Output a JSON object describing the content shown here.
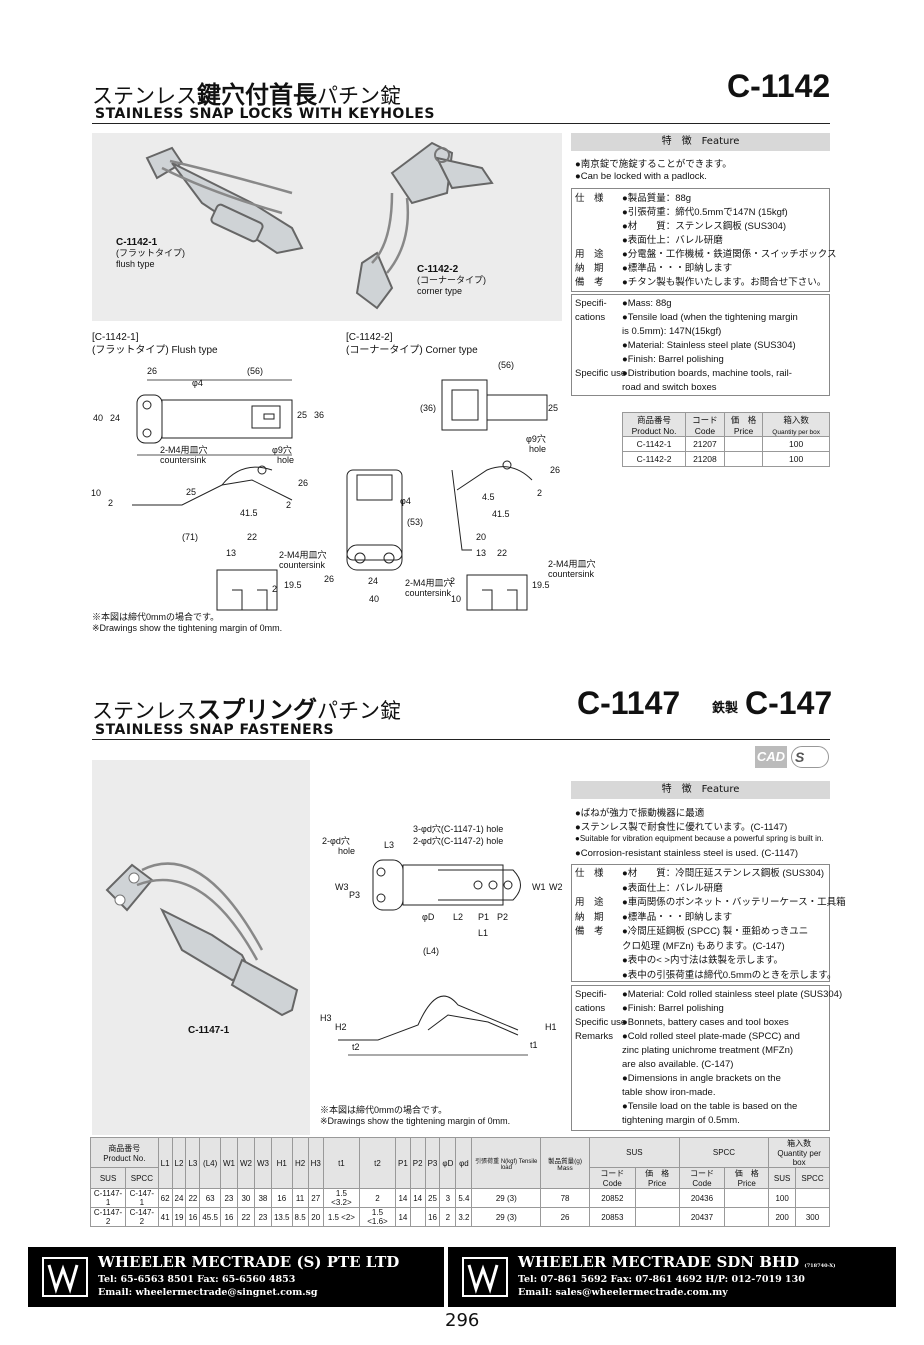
{
  "s1": {
    "title_prefix": "ステンレス",
    "title_main": "鍵穴付首長",
    "title_suffix": "パチン錠",
    "title_en": "STAINLESS  SNAP  LOCKS  WITH  KEYHOLES",
    "code": "C-1142",
    "photo_labels": {
      "a_code": "C-1142-1",
      "a_jp": "(フラットタイプ)",
      "a_en": "flush type",
      "b_code": "C-1142-2",
      "b_jp": "(コーナータイプ)",
      "b_en": "corner type"
    },
    "drawing_labels": {
      "a_head1": "[C-1142-1]",
      "a_head2": "(フラットタイプ) Flush type",
      "b_head1": "[C-1142-2]",
      "b_head2": "(コーナータイプ) Corner type"
    },
    "dims": [
      "26",
      "(56)",
      "φ4",
      "40",
      "24",
      "25",
      "36",
      "2-M4用皿穴",
      "countersink",
      "φ9穴",
      "hole",
      "10",
      "2",
      "25",
      "26",
      "2",
      "41.5",
      "(71)",
      "22",
      "13",
      "2-M4用皿穴",
      "countersink",
      "26",
      "2",
      "19.5",
      "(56)",
      "(36)",
      "25",
      "φ9穴",
      "hole",
      "26",
      "2",
      "4.5",
      "41.5",
      "φ4",
      "(53)",
      "20",
      "13",
      "22",
      "2-M4用皿穴",
      "countersink",
      "24",
      "2-M4用皿穴",
      "countersink",
      "2",
      "19.5",
      "40",
      "10"
    ],
    "note1": "※本図は締代0mmの場合です。",
    "note2": "※Drawings show the tightening margin of 0mm.",
    "feature_head": "特　徴　Feature",
    "features": [
      "●南京錠で施錠することができます。",
      "●Can be locked with a padlock."
    ],
    "spec_jp": [
      [
        "仕　様",
        "●製品質量：88g"
      ],
      [
        "",
        "●引張荷重：締代0.5mmで147N (15kgf)"
      ],
      [
        "",
        "●材　　質：ステンレス鋼板 (SUS304)"
      ],
      [
        "",
        "●表面仕上：バレル研磨"
      ],
      [
        "用　途",
        "●分電盤・工作機械・鉄道関係・スイッチボックス"
      ],
      [
        "納　期",
        "●標準品・・・即納します"
      ],
      [
        "備　考",
        "●チタン製も製作いたします。お問合せ下さい。"
      ]
    ],
    "spec_en": [
      [
        "Specifi-",
        "●Mass: 88g"
      ],
      [
        "cations",
        "●Tensile load (when the tightening margin"
      ],
      [
        "",
        "  is 0.5mm): 147N(15kgf)"
      ],
      [
        "",
        "●Material: Stainless steel plate (SUS304)"
      ],
      [
        "",
        "●Finish: Barrel polishing"
      ],
      [
        "Specific use",
        "●Distribution boards, machine tools, rail-"
      ],
      [
        "",
        "  road and switch boxes"
      ]
    ],
    "table": {
      "headers": [
        [
          "商品番号",
          "Product No."
        ],
        [
          "コード",
          "Code"
        ],
        [
          "価　格",
          "Price"
        ],
        [
          "箱入数",
          "Quantity per box"
        ]
      ],
      "rows": [
        [
          "C-1142-1",
          "21207",
          "",
          "100"
        ],
        [
          "C-1142-2",
          "21208",
          "",
          "100"
        ]
      ]
    }
  },
  "s2": {
    "title_prefix": "ステンレス",
    "title_main": "スプリング",
    "title_suffix": "パチン錠",
    "title_en": "STAINLESS  SNAP  FASTENERS",
    "code": "C-1147",
    "code2_prefix": "鉄製",
    "code2": "C-147",
    "badge_cad": "CAD",
    "badge_s": "S",
    "photo_label": "C-1147-1",
    "dims": [
      "3-φd穴(C-1147-1) hole",
      "2-φd穴(C-1147-2) hole",
      "2-φd穴",
      "hole",
      "L3",
      "W3",
      "W1",
      "P3",
      "W2",
      "φD",
      "L2",
      "P1",
      "P2",
      "L1",
      "(L4)",
      "H3",
      "H2",
      "H1",
      "t2",
      "t1"
    ],
    "note1": "※本図は締代0mmの場合です。",
    "note2": "※Drawings show the tightening margin of 0mm.",
    "feature_head": "特　徴　Feature",
    "features": [
      "●ばねが強力で振動機器に最適",
      "●ステンレス製で耐食性に優れています。(C-1147)",
      "●Suitable for vibration equipment because a powerful spring is built in.",
      "●Corrosion-resistant stainless steel is used. (C-1147)"
    ],
    "spec_jp": [
      [
        "仕　様",
        "●材　　質：冷間圧延ステンレス鋼板 (SUS304)"
      ],
      [
        "",
        "●表面仕上：バレル研磨"
      ],
      [
        "用　途",
        "●車両関係のボンネット・バッテリーケース・工具箱"
      ],
      [
        "納　期",
        "●標準品・・・即納します"
      ],
      [
        "備　考",
        "●冷間圧延鋼板 (SPCC) 製・亜鉛めっきユニ"
      ],
      [
        "",
        "  クロ処理 (MFZn) もあります。(C-147)"
      ],
      [
        "",
        "●表中の< >内寸法は鉄製を示します。"
      ],
      [
        "",
        "●表中の引張荷重は締代0.5mmのときを示します。"
      ]
    ],
    "spec_en": [
      [
        "Specifi-",
        "●Material: Cold rolled stainless steel plate (SUS304)"
      ],
      [
        "cations",
        "●Finish: Barrel polishing"
      ],
      [
        "Specific use",
        "●Bonnets, battery cases and tool boxes"
      ],
      [
        "Remarks",
        "●Cold rolled steel plate-made (SPCC) and"
      ],
      [
        "",
        "  zinc plating unichrome treatment (MFZn)"
      ],
      [
        "",
        "  are also available. (C-147)"
      ],
      [
        "",
        "●Dimensions in angle brackets on the"
      ],
      [
        "",
        "  table show iron-made."
      ],
      [
        "",
        "●Tensile load on the table is based on the"
      ],
      [
        "",
        "  tightening margin of 0.5mm."
      ]
    ],
    "table": {
      "h_product": "商品番号",
      "h_product_en": "Product No.",
      "h_sus": "SUS",
      "h_spcc": "SPCC",
      "h_dims": [
        "L1",
        "L2",
        "L3",
        "(L4)",
        "W1",
        "W2",
        "W3",
        "H1",
        "H2",
        "H3",
        "t1",
        "t2",
        "P1",
        "P2",
        "P3",
        "φD",
        "φd"
      ],
      "h_tensile": "引張荷重 N(kgf) Tensile load",
      "h_mass": "製品質量(g) Mass",
      "h_code": "コード Code",
      "h_price": "価　格 Price",
      "h_qty": "箱入数",
      "h_qty_en": "Quantity per box",
      "rows": [
        [
          "C-1147-1",
          "C-147-1",
          "62",
          "24",
          "22",
          "63",
          "23",
          "30",
          "38",
          "16",
          "11",
          "27",
          "1.5 <3.2>",
          "2",
          "14",
          "14",
          "25",
          "3",
          "5.4",
          "29 (3)",
          "78",
          "20852",
          "",
          "20436",
          "",
          "100",
          ""
        ],
        [
          "C-1147-2",
          "C-147-2",
          "41",
          "19",
          "16",
          "45.5",
          "16",
          "22",
          "23",
          "13.5",
          "8.5",
          "20",
          "1.5 <2>",
          "1.5 <1.6>",
          "14",
          "",
          "16",
          "2",
          "3.2",
          "29 (3)",
          "26",
          "20853",
          "",
          "20437",
          "",
          "200",
          "300"
        ]
      ]
    }
  },
  "footer": {
    "left_name": "WHEELER MECTRADE (S) PTE LTD",
    "left_tel": "Tel: 65-6563 8501   Fax: 65-6560 4853",
    "left_mail": "Email:  wheelermectrade@singnet.com.sg",
    "right_name": "WHEELER MECTRADE SDN BHD",
    "right_reg": "(718740-X)",
    "right_tel": "Tel: 07-861 5692  Fax: 07-861 4692  H/P: 012-7019 130",
    "right_mail": "Email:  sales@wheelermectrade.com.my"
  },
  "page_number": "296"
}
